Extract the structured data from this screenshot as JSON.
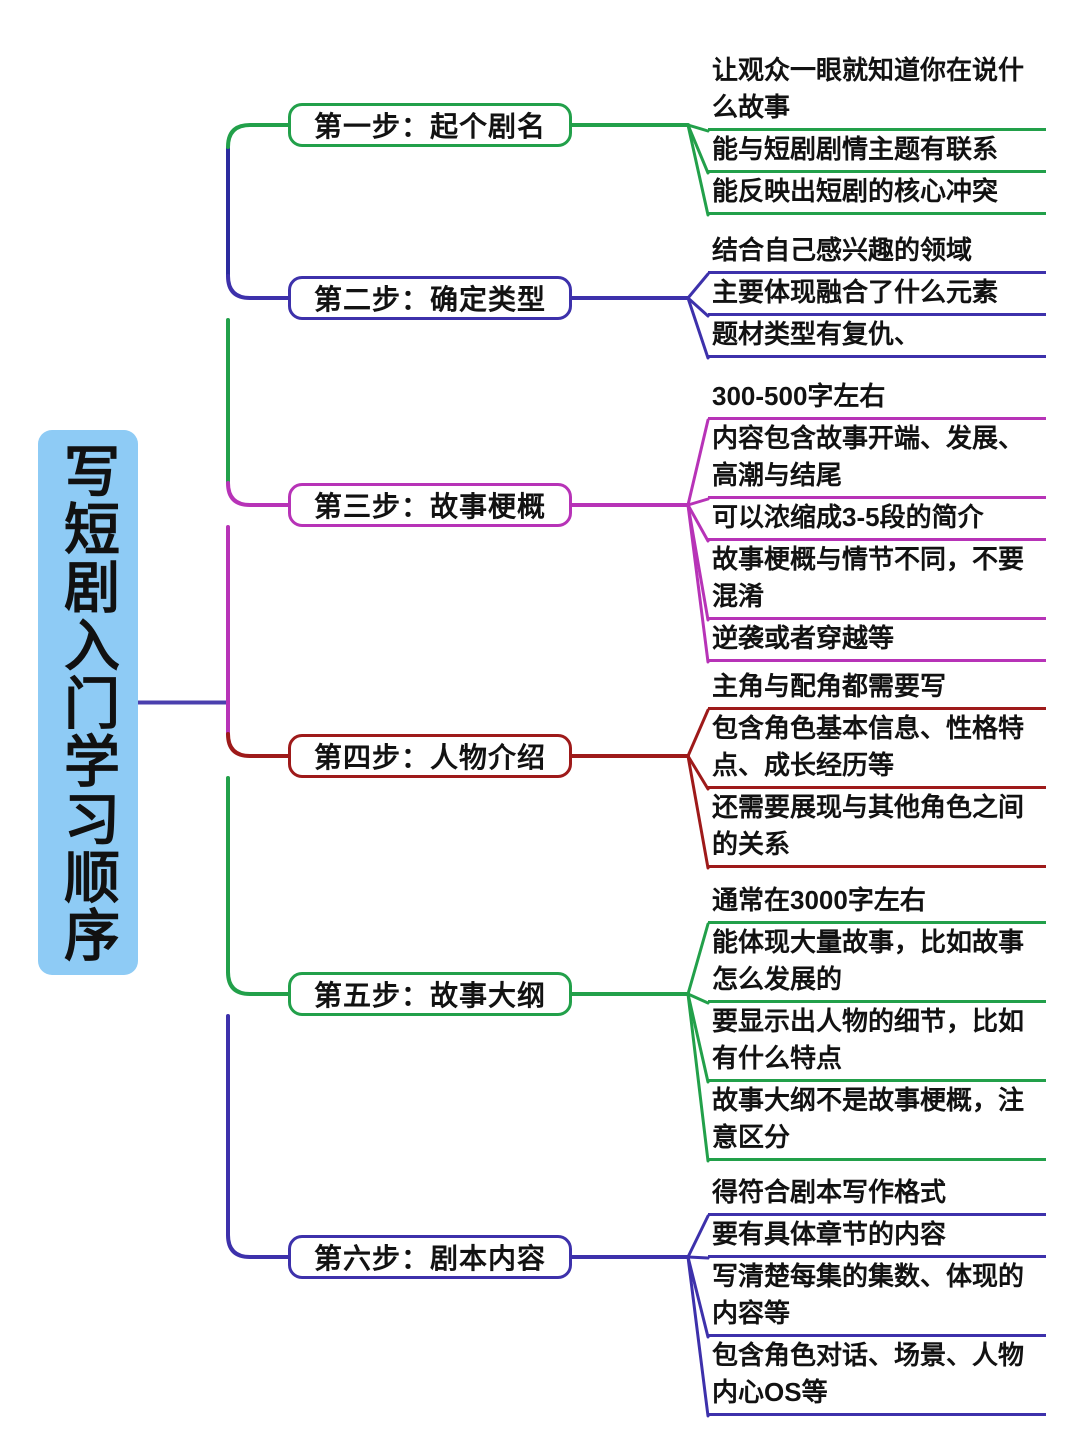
{
  "diagram": {
    "type": "mind-map",
    "title": "写短剧入门学习顺序",
    "orientation": "left-root-right-branches",
    "colors": {
      "root_fill": "#8ecbf5",
      "root_text": "#111111",
      "green": "#22a04a",
      "navy": "#2b2b9e",
      "magenta": "#b733b7",
      "crimson": "#9e1a1a",
      "indigo": "#3d31ab",
      "spine_root": "#4a3fae"
    }
  },
  "root": {
    "label": "写短剧入门学习顺序",
    "fill": "#8ecbf5"
  },
  "branches": [
    {
      "id": "step-1",
      "label": "第一步：起个剧名",
      "box_color": "#22a04a",
      "wire_color": "#22a04a",
      "leaves": [
        "让观众一眼就知道你在说什么故事",
        "能与短剧剧情主题有联系",
        "能反映出短剧的核心冲突"
      ]
    },
    {
      "id": "step-2",
      "label": "第二步：确定类型",
      "box_color": "#3d31ab",
      "wire_color": "#3d31ab",
      "leaves": [
        "结合自己感兴趣的领域",
        "主要体现融合了什么元素",
        "题材类型有复仇、"
      ]
    },
    {
      "id": "step-3",
      "label": "第三步：故事梗概",
      "box_color": "#b733b7",
      "wire_color": "#b733b7",
      "leaves": [
        "300-500字左右",
        "内容包含故事开端、发展、高潮与结尾",
        "可以浓缩成3-5段的简介",
        "故事梗概与情节不同，不要混淆",
        "逆袭或者穿越等"
      ]
    },
    {
      "id": "step-4",
      "label": "第四步：人物介绍",
      "box_color": "#9e1a1a",
      "wire_color": "#9e1a1a",
      "leaves": [
        "主角与配角都需要写",
        "包含角色基本信息、性格特点、成长经历等",
        "还需要展现与其他角色之间的关系"
      ]
    },
    {
      "id": "step-5",
      "label": "第五步：故事大纲",
      "box_color": "#22a04a",
      "wire_color": "#22a04a",
      "leaves": [
        "通常在3000字左右",
        "能体现大量故事，比如故事怎么发展的",
        "要显示出人物的细节，比如有什么特点",
        "故事大纲不是故事梗概，注意区分"
      ]
    },
    {
      "id": "step-6",
      "label": "第六步：剧本内容",
      "box_color": "#3d31ab",
      "wire_color": "#3d31ab",
      "leaves": [
        "得符合剧本写作格式",
        "要有具体章节的内容",
        "写清楚每集的集数、体现的内容等",
        "包含角色对话、场景、人物内心OS等"
      ]
    }
  ]
}
